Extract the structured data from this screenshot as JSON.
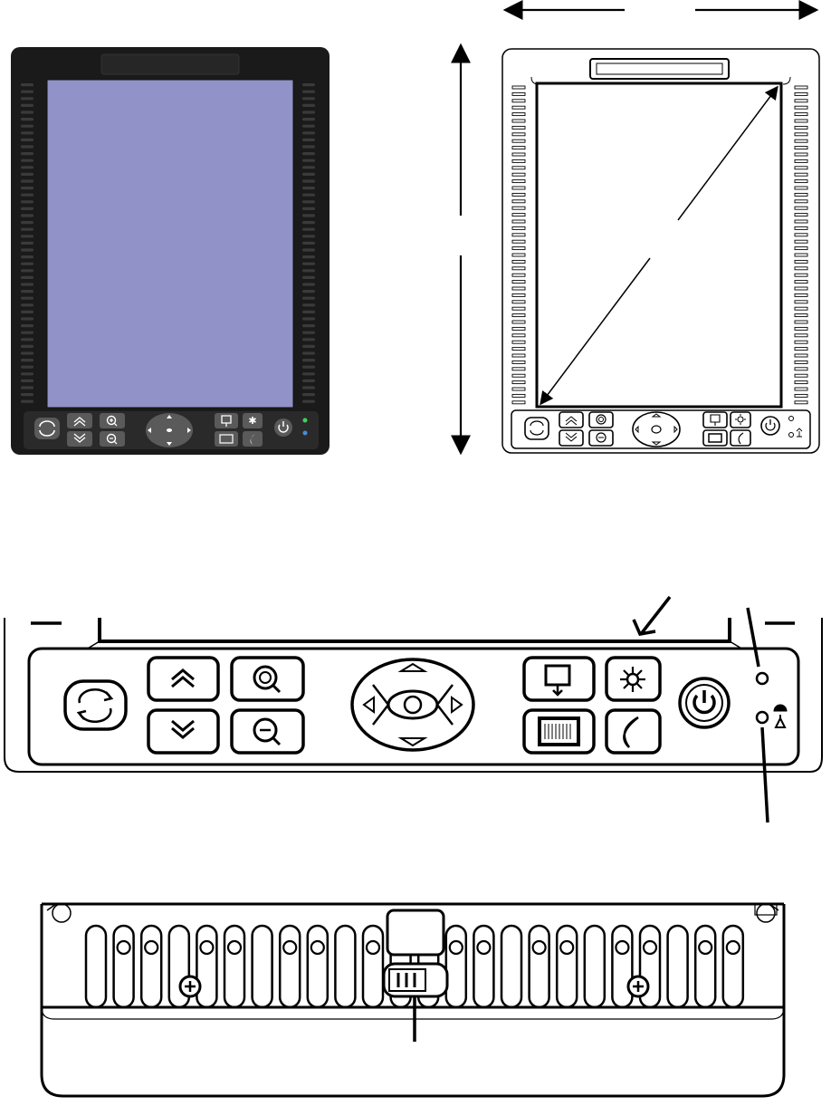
{
  "photo": {
    "bezel_color": "#1a1a1a",
    "screen_color": "#9092c8",
    "button_color": "#5a5a5a",
    "led_green": "#3cd45a",
    "led_blue": "#4a8bd6",
    "buttons_left": [
      "rotate-icon",
      "page-up-icon",
      "zoom-in-icon",
      "page-down-icon",
      "zoom-out-icon"
    ],
    "dpad": "navigation-pad",
    "buttons_right": [
      "bookmark-icon",
      "brightness-icon",
      "menu-icon",
      "night-mode-icon",
      "power-icon"
    ]
  },
  "drawing": {
    "line_color": "#000000",
    "indicators": [
      "status-light",
      "wireless-light"
    ]
  },
  "bottom_view": {
    "vent_count": 24,
    "features": [
      "screw-left",
      "screw-right",
      "card-slot",
      "slide-switch"
    ]
  }
}
